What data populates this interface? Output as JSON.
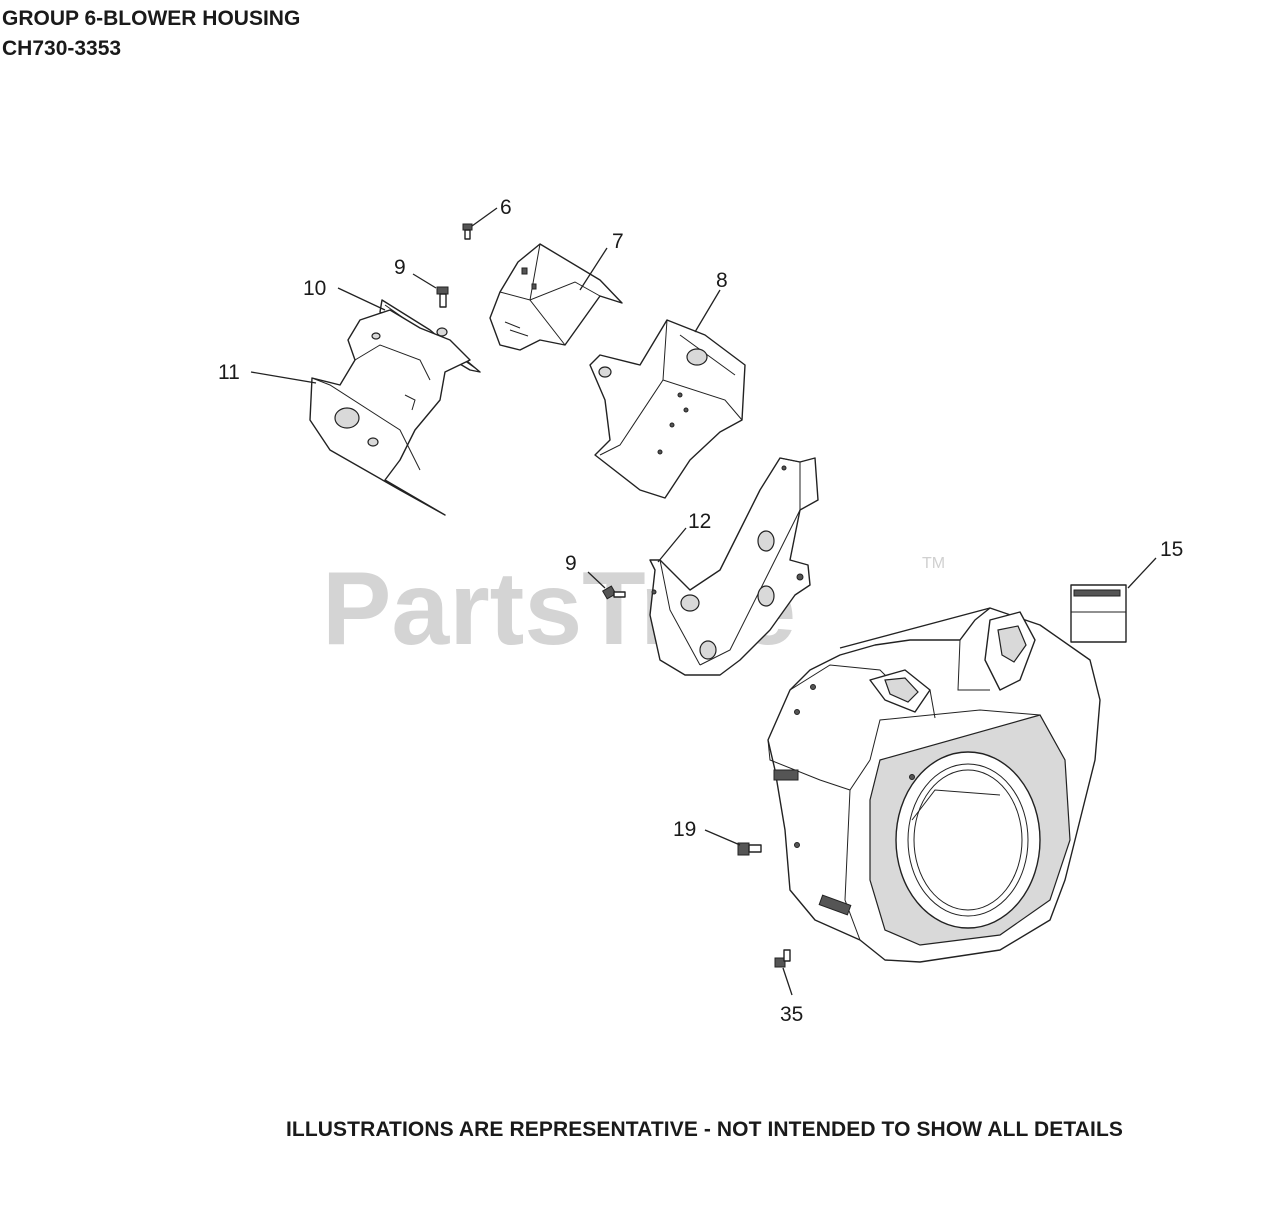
{
  "header": {
    "group_title": "GROUP 6-BLOWER HOUSING",
    "model": "CH730-3353"
  },
  "watermark": {
    "brand": "PartsTree",
    "trademark": "TM"
  },
  "callouts": {
    "c6": "6",
    "c7": "7",
    "c8": "8",
    "c9a": "9",
    "c10": "10",
    "c11": "11",
    "c12": "12",
    "c9b": "9",
    "c15": "15",
    "c19": "19",
    "c35": "35"
  },
  "footer": {
    "disclaimer": "ILLUSTRATIONS ARE REPRESENTATIVE - NOT INTENDED TO SHOW ALL DETAILS"
  }
}
